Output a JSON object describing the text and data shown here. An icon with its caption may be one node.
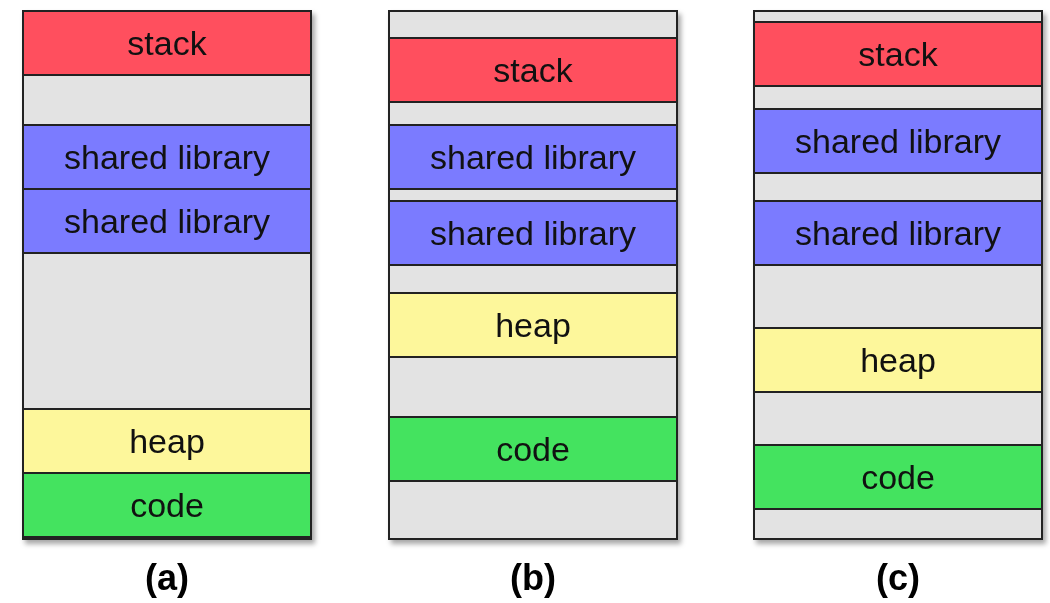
{
  "diagram": {
    "nodes": [
      {
        "text": [],
        "shape": "box",
        "beside": [
          "(a)"
        ]
      },
      {
        "text": [
          "stack"
        ],
        "in": 0
      },
      {
        "text": [
          "shared library"
        ],
        "in": 0
      },
      {
        "text": [
          "shared library"
        ],
        "in": 0
      },
      {
        "text": [
          "heap"
        ],
        "in": 0
      },
      {
        "text": [
          "code"
        ],
        "in": 0
      },
      {
        "text": [],
        "shape": "box",
        "beside": [
          "(b)"
        ]
      },
      {
        "text": [
          "stack"
        ],
        "in": 6
      },
      {
        "text": [
          "shared library"
        ],
        "in": 6
      },
      {
        "text": [
          "shared library"
        ],
        "in": 6
      },
      {
        "text": [
          "heap"
        ],
        "in": 6
      },
      {
        "text": [
          "code"
        ],
        "in": 6
      },
      {
        "text": [],
        "shape": "box",
        "beside": [
          "(c)"
        ]
      },
      {
        "text": [
          "stack"
        ],
        "in": 12
      },
      {
        "text": [
          "shared library"
        ],
        "in": 12
      },
      {
        "text": [
          "shared library"
        ],
        "in": 12
      },
      {
        "text": [
          "heap"
        ],
        "in": 12
      },
      {
        "text": [
          "code"
        ],
        "in": 12
      }
    ]
  }
}
